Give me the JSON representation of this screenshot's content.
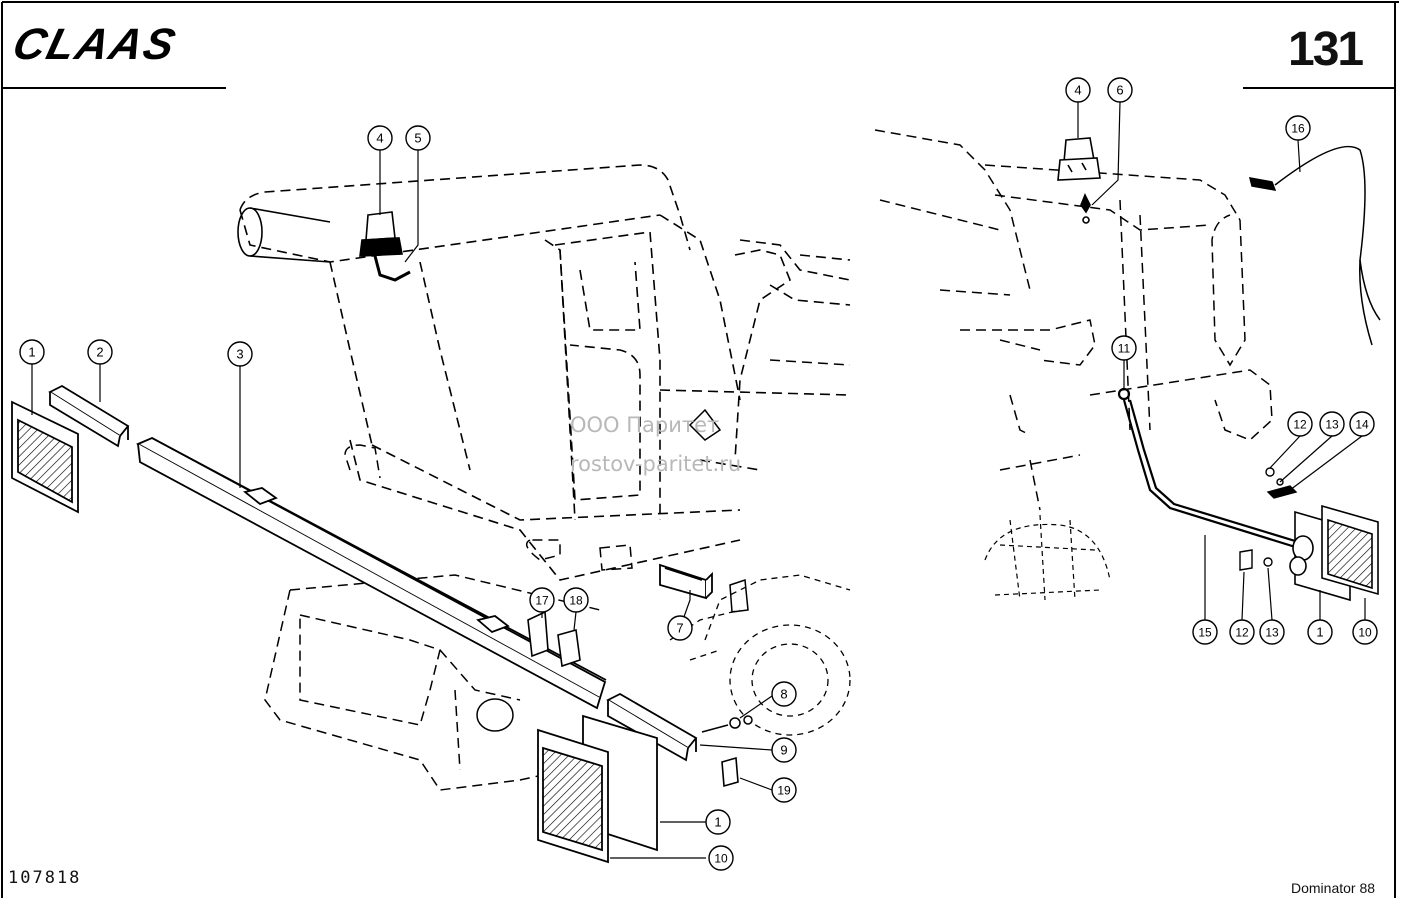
{
  "header": {
    "brand": "CLAAS",
    "page_number": "131"
  },
  "footer": {
    "drawing_id": "107818",
    "model": "Dominator 88"
  },
  "watermark": {
    "line1": "ООО Паритет",
    "line2": "rostov-paritet.ru"
  },
  "callouts": [
    {
      "id": "c-1a",
      "label": "1"
    },
    {
      "id": "c-2",
      "label": "2"
    },
    {
      "id": "c-3",
      "label": "3"
    },
    {
      "id": "c-4a",
      "label": "4"
    },
    {
      "id": "c-5",
      "label": "5"
    },
    {
      "id": "c-17",
      "label": "17"
    },
    {
      "id": "c-18",
      "label": "18"
    },
    {
      "id": "c-7",
      "label": "7"
    },
    {
      "id": "c-8",
      "label": "8"
    },
    {
      "id": "c-9",
      "label": "9"
    },
    {
      "id": "c-19",
      "label": "19"
    },
    {
      "id": "c-1b",
      "label": "1"
    },
    {
      "id": "c-10a",
      "label": "10"
    },
    {
      "id": "c-4b",
      "label": "4"
    },
    {
      "id": "c-6",
      "label": "6"
    },
    {
      "id": "c-16",
      "label": "16"
    },
    {
      "id": "c-11",
      "label": "11"
    },
    {
      "id": "c-12a",
      "label": "12"
    },
    {
      "id": "c-13a",
      "label": "13"
    },
    {
      "id": "c-14",
      "label": "14"
    },
    {
      "id": "c-15",
      "label": "15"
    },
    {
      "id": "c-12b",
      "label": "12"
    },
    {
      "id": "c-13b",
      "label": "13"
    },
    {
      "id": "c-1c",
      "label": "1"
    },
    {
      "id": "c-10b",
      "label": "10"
    }
  ]
}
